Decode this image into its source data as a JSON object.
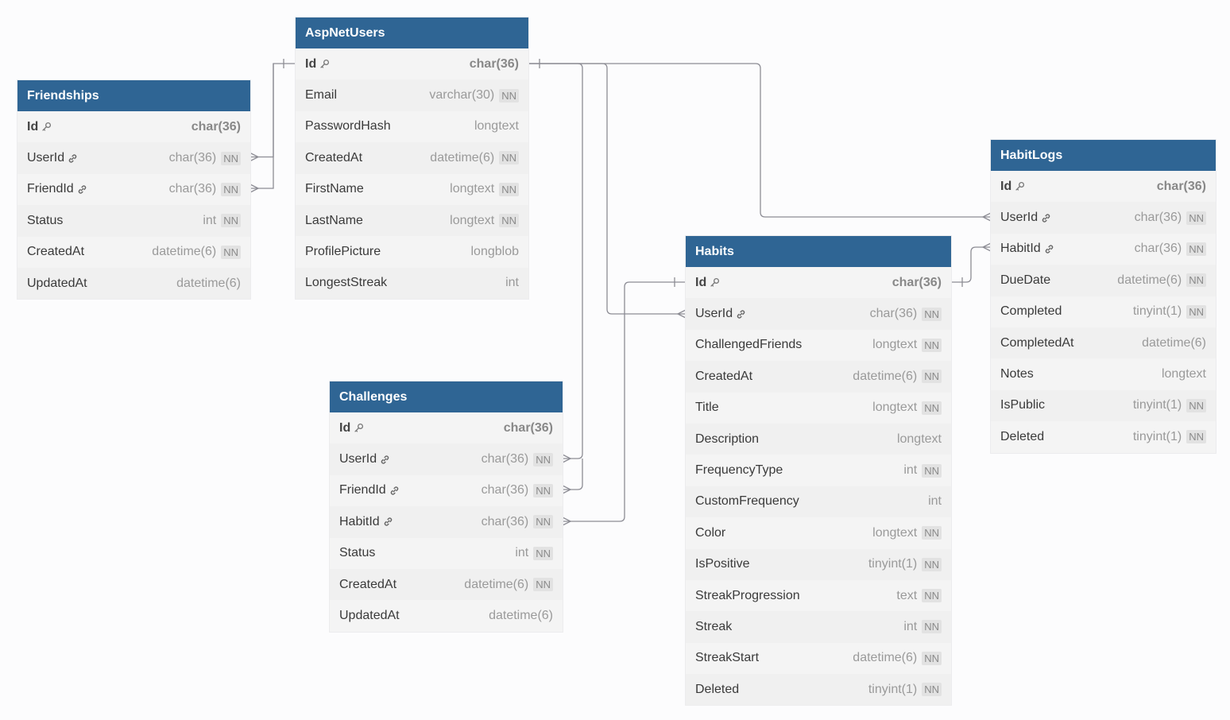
{
  "tables": [
    {
      "id": "friendships",
      "title": "Friendships",
      "fields": [
        {
          "name": "Id",
          "type": "char(36)",
          "nn": false,
          "pk": true,
          "fk": false
        },
        {
          "name": "UserId",
          "type": "char(36)",
          "nn": true,
          "pk": false,
          "fk": true
        },
        {
          "name": "FriendId",
          "type": "char(36)",
          "nn": true,
          "pk": false,
          "fk": true
        },
        {
          "name": "Status",
          "type": "int",
          "nn": true,
          "pk": false,
          "fk": false
        },
        {
          "name": "CreatedAt",
          "type": "datetime(6)",
          "nn": true,
          "pk": false,
          "fk": false
        },
        {
          "name": "UpdatedAt",
          "type": "datetime(6)",
          "nn": false,
          "pk": false,
          "fk": false
        }
      ]
    },
    {
      "id": "aspnetusers",
      "title": "AspNetUsers",
      "fields": [
        {
          "name": "Id",
          "type": "char(36)",
          "nn": false,
          "pk": true,
          "fk": false
        },
        {
          "name": "Email",
          "type": "varchar(30)",
          "nn": true,
          "pk": false,
          "fk": false
        },
        {
          "name": "PasswordHash",
          "type": "longtext",
          "nn": false,
          "pk": false,
          "fk": false
        },
        {
          "name": "CreatedAt",
          "type": "datetime(6)",
          "nn": true,
          "pk": false,
          "fk": false
        },
        {
          "name": "FirstName",
          "type": "longtext",
          "nn": true,
          "pk": false,
          "fk": false
        },
        {
          "name": "LastName",
          "type": "longtext",
          "nn": true,
          "pk": false,
          "fk": false
        },
        {
          "name": "ProfilePicture",
          "type": "longblob",
          "nn": false,
          "pk": false,
          "fk": false
        },
        {
          "name": "LongestStreak",
          "type": "int",
          "nn": false,
          "pk": false,
          "fk": false
        }
      ]
    },
    {
      "id": "challenges",
      "title": "Challenges",
      "fields": [
        {
          "name": "Id",
          "type": "char(36)",
          "nn": false,
          "pk": true,
          "fk": false
        },
        {
          "name": "UserId",
          "type": "char(36)",
          "nn": true,
          "pk": false,
          "fk": true
        },
        {
          "name": "FriendId",
          "type": "char(36)",
          "nn": true,
          "pk": false,
          "fk": true
        },
        {
          "name": "HabitId",
          "type": "char(36)",
          "nn": true,
          "pk": false,
          "fk": true
        },
        {
          "name": "Status",
          "type": "int",
          "nn": true,
          "pk": false,
          "fk": false
        },
        {
          "name": "CreatedAt",
          "type": "datetime(6)",
          "nn": true,
          "pk": false,
          "fk": false
        },
        {
          "name": "UpdatedAt",
          "type": "datetime(6)",
          "nn": false,
          "pk": false,
          "fk": false
        }
      ]
    },
    {
      "id": "habits",
      "title": "Habits",
      "fields": [
        {
          "name": "Id",
          "type": "char(36)",
          "nn": false,
          "pk": true,
          "fk": false
        },
        {
          "name": "UserId",
          "type": "char(36)",
          "nn": true,
          "pk": false,
          "fk": true
        },
        {
          "name": "ChallengedFriends",
          "type": "longtext",
          "nn": true,
          "pk": false,
          "fk": false
        },
        {
          "name": "CreatedAt",
          "type": "datetime(6)",
          "nn": true,
          "pk": false,
          "fk": false
        },
        {
          "name": "Title",
          "type": "longtext",
          "nn": true,
          "pk": false,
          "fk": false
        },
        {
          "name": "Description",
          "type": "longtext",
          "nn": false,
          "pk": false,
          "fk": false
        },
        {
          "name": "FrequencyType",
          "type": "int",
          "nn": true,
          "pk": false,
          "fk": false
        },
        {
          "name": "CustomFrequency",
          "type": "int",
          "nn": false,
          "pk": false,
          "fk": false
        },
        {
          "name": "Color",
          "type": "longtext",
          "nn": true,
          "pk": false,
          "fk": false
        },
        {
          "name": "IsPositive",
          "type": "tinyint(1)",
          "nn": true,
          "pk": false,
          "fk": false
        },
        {
          "name": "StreakProgression",
          "type": "text",
          "nn": true,
          "pk": false,
          "fk": false
        },
        {
          "name": "Streak",
          "type": "int",
          "nn": true,
          "pk": false,
          "fk": false
        },
        {
          "name": "StreakStart",
          "type": "datetime(6)",
          "nn": true,
          "pk": false,
          "fk": false
        },
        {
          "name": "Deleted",
          "type": "tinyint(1)",
          "nn": true,
          "pk": false,
          "fk": false
        }
      ]
    },
    {
      "id": "habitlogs",
      "title": "HabitLogs",
      "fields": [
        {
          "name": "Id",
          "type": "char(36)",
          "nn": false,
          "pk": true,
          "fk": false
        },
        {
          "name": "UserId",
          "type": "char(36)",
          "nn": true,
          "pk": false,
          "fk": true
        },
        {
          "name": "HabitId",
          "type": "char(36)",
          "nn": true,
          "pk": false,
          "fk": true
        },
        {
          "name": "DueDate",
          "type": "datetime(6)",
          "nn": true,
          "pk": false,
          "fk": false
        },
        {
          "name": "Completed",
          "type": "tinyint(1)",
          "nn": true,
          "pk": false,
          "fk": false
        },
        {
          "name": "CompletedAt",
          "type": "datetime(6)",
          "nn": false,
          "pk": false,
          "fk": false
        },
        {
          "name": "Notes",
          "type": "longtext",
          "nn": false,
          "pk": false,
          "fk": false
        },
        {
          "name": "IsPublic",
          "type": "tinyint(1)",
          "nn": true,
          "pk": false,
          "fk": false
        },
        {
          "name": "Deleted",
          "type": "tinyint(1)",
          "nn": true,
          "pk": false,
          "fk": false
        }
      ]
    }
  ],
  "nn_label": "NN",
  "relations": [
    {
      "from": "friendships.UserId",
      "to": "aspnetusers.Id"
    },
    {
      "from": "friendships.FriendId",
      "to": "aspnetusers.Id"
    },
    {
      "from": "challenges.UserId",
      "to": "aspnetusers.Id"
    },
    {
      "from": "challenges.FriendId",
      "to": "aspnetusers.Id"
    },
    {
      "from": "habits.UserId",
      "to": "aspnetusers.Id"
    },
    {
      "from": "habitlogs.UserId",
      "to": "aspnetusers.Id"
    },
    {
      "from": "challenges.HabitId",
      "to": "habits.Id"
    },
    {
      "from": "habitlogs.HabitId",
      "to": "habits.Id"
    }
  ],
  "colors": {
    "header": "#2f6594",
    "line": "#8c8c94"
  }
}
